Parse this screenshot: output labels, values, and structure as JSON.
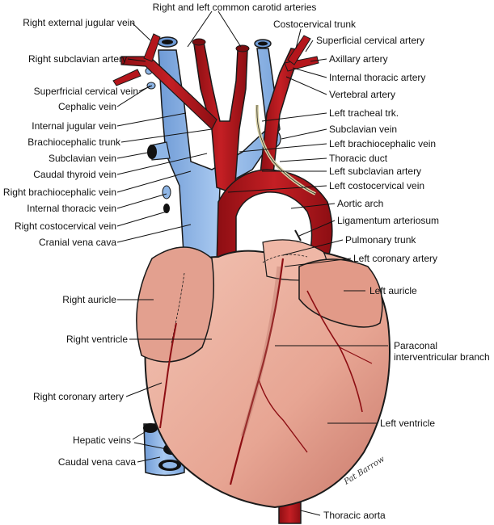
{
  "colors": {
    "heart": "#e7a593",
    "heart_shadow": "#c9796b",
    "artery": "#b5161c",
    "vein": "#8fb6e6",
    "outline": "#1a1a1a"
  },
  "labels": {
    "carotid": "Right and left common carotid arteries",
    "costocervical_trunk": "Costocervical trunk",
    "right_external_jugular": "Right external jugular vein",
    "superficial_cervical_artery": "Superficial cervical artery",
    "right_subclavian_artery": "Right subclavian artery",
    "axillary_artery": "Axillary artery",
    "internal_thoracic_artery": "Internal thoracic artery",
    "superficial_cervical_vein": "Superfricial cervical vein",
    "vertebral_artery": "Vertebral artery",
    "cephalic_vein": "Cephalic vein",
    "left_tracheal_trunk": "Left tracheal trk.",
    "internal_jugular_vein": "Internal jugular vein",
    "subclavian_vein_left": "Subclavian vein",
    "brachiocephalic_trunk": "Brachiocephalic trunk",
    "left_brachiocephalic_vein": "Left brachiocephalic vein",
    "subclavian_vein_right": "Subclavian vein",
    "thoracic_duct": "Thoracic duct",
    "caudal_thyroid_vein": "Caudal thyroid vein",
    "left_subclavian_artery": "Left subclavian artery",
    "right_brachiocephalic_vein": "Right brachiocephalic vein",
    "left_costocervical_vein": "Left costocervical vein",
    "internal_thoracic_vein": "Internal thoracic vein",
    "aortic_arch": "Aortic arch",
    "right_costocervical_vein": "Right costocervical vein",
    "ligamentum_arteriosum": "Ligamentum arteriosum",
    "cranial_vena_cava": "Cranial vena cava",
    "pulmonary_trunk": "Pulmonary trunk",
    "left_coronary_artery": "Left coronary artery",
    "right_auricle": "Right auricle",
    "left_auricle": "Left auricle",
    "right_ventricle": "Right ventricle",
    "paraconal": "Paraconal interventricular branch",
    "right_coronary_artery": "Right coronary artery",
    "left_ventricle": "Left ventricle",
    "hepatic_veins": "Hepatic veins",
    "caudal_vena_cava": "Caudal vena cava",
    "thoracic_aorta": "Thoracic aorta"
  },
  "signature": "Pat Barrow"
}
